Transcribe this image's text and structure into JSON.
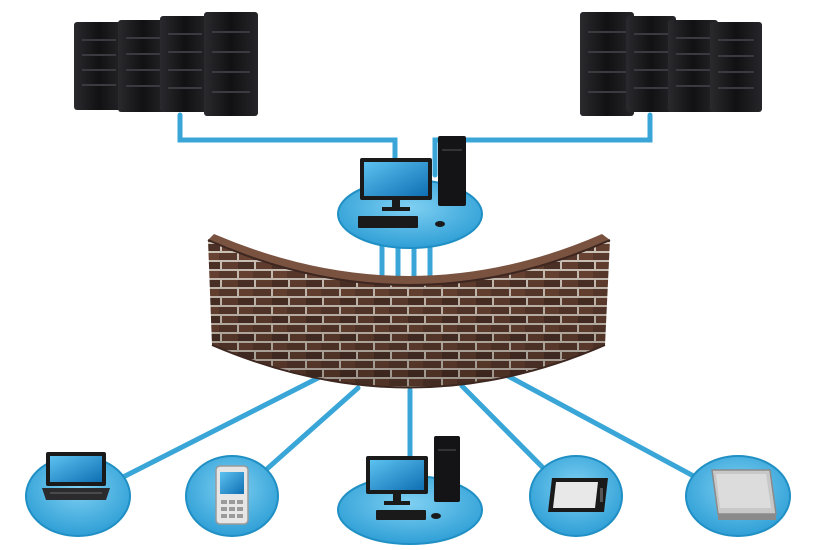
{
  "diagram": {
    "background": "#ffffff",
    "colors": {
      "cable": "#3aa6d8",
      "cable_light": "#7cc8ea",
      "pad": "#49b3e2",
      "pad_edge": "#1f8fc4",
      "server": "#1b1b1d",
      "screen": "#1e8fd0",
      "brick": "#5a3a2e",
      "mortar": "#cfc4b8"
    },
    "nodes": [
      {
        "id": "server-rack-left",
        "icon": "server-rack-icon"
      },
      {
        "id": "server-rack-right",
        "icon": "server-rack-icon"
      },
      {
        "id": "central-workstation",
        "icon": "desktop-computer-icon"
      },
      {
        "id": "firewall",
        "icon": "brick-wall-icon"
      },
      {
        "id": "laptop",
        "icon": "laptop-icon"
      },
      {
        "id": "phone",
        "icon": "mobile-phone-icon"
      },
      {
        "id": "desktop",
        "icon": "desktop-computer-icon"
      },
      {
        "id": "tablet",
        "icon": "tablet-icon"
      },
      {
        "id": "storage",
        "icon": "storage-drive-icon"
      }
    ]
  }
}
